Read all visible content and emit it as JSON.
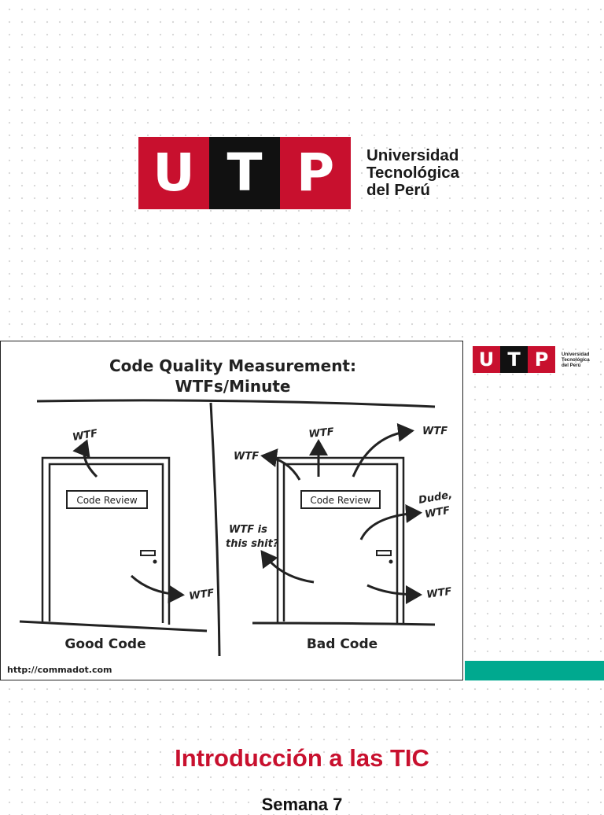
{
  "logo": {
    "letters": [
      "U",
      "T",
      "P"
    ],
    "name_lines": [
      "Universidad",
      "Tecnológica",
      "del Perú"
    ],
    "colors": {
      "red": "#c8102e",
      "black": "#111111"
    }
  },
  "comic": {
    "title_line1": "Code Quality Measurement:",
    "title_line2": "WTFs/Minute",
    "left": {
      "sign": "Code Review",
      "caption": "Good Code",
      "wtf_top": "WTF",
      "wtf_bottom": "WTF"
    },
    "right": {
      "sign": "Code Review",
      "caption": "Bad Code",
      "wtf_left": "WTF",
      "wtf_top": "WTF",
      "wtf_top_right": "WTF",
      "dude_line1": "Dude,",
      "dude_line2": "WTF",
      "shit_line1": "WTF is",
      "shit_line2": "this shit?",
      "wtf_bottom_right": "WTF"
    },
    "credit": "http://commadot.com"
  },
  "accent_color": "#00a98f",
  "slide": {
    "title": "Introducción a las TIC",
    "subtitle": "Semana 7"
  }
}
